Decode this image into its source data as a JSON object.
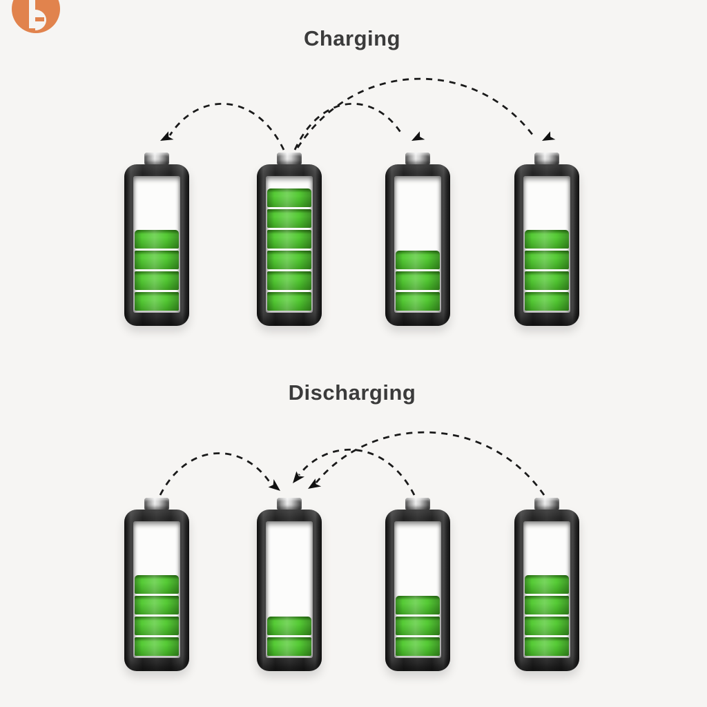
{
  "page": {
    "background": "#f6f5f3"
  },
  "logo": {
    "name": "brand-logo",
    "color": "#e1834d"
  },
  "arrow_color": "#1a1a1a",
  "battery_colors": {
    "fill_green": "#4fc431",
    "fill_green_dark": "#2c7a16",
    "shell": "#1d1d1d",
    "cap_metal": "#cfcfcf"
  },
  "sections": [
    {
      "id": "charging",
      "title": "Charging",
      "batteries": [
        {
          "segments": 4,
          "percent": 59
        },
        {
          "segments": 6,
          "percent": 90
        },
        {
          "segments": 3,
          "percent": 44
        },
        {
          "segments": 4,
          "percent": 59
        }
      ],
      "arrows": [
        {
          "from": 2,
          "to": 1
        },
        {
          "from": 2,
          "to": 3
        },
        {
          "from": 2,
          "to": 4
        }
      ]
    },
    {
      "id": "discharging",
      "title": "Discharging",
      "batteries": [
        {
          "segments": 4,
          "percent": 59
        },
        {
          "segments": 2,
          "percent": 29
        },
        {
          "segments": 3,
          "percent": 44
        },
        {
          "segments": 4,
          "percent": 59
        }
      ],
      "arrows": [
        {
          "from": 1,
          "to": 2
        },
        {
          "from": 3,
          "to": 2
        },
        {
          "from": 4,
          "to": 2
        }
      ]
    }
  ]
}
